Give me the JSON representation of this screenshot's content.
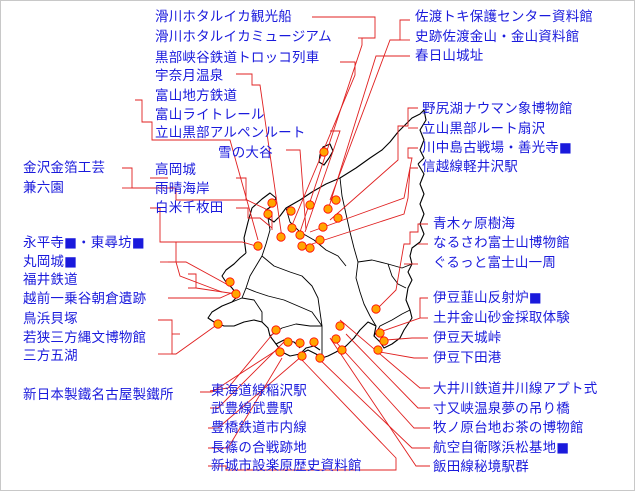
{
  "colors": {
    "text": "#1a1adc",
    "leader": "#e02020",
    "point_fill": "#ffa500",
    "point_stroke": "#ff0000",
    "coast": "#000000"
  },
  "labels": [
    {
      "name": "label-namerikawa-hotaruika-kanko",
      "text": "滑川ホタルイカ観光船"
    },
    {
      "name": "label-namerikawa-hotaruika-museum",
      "text": "滑川ホタルイカミュージアム"
    },
    {
      "name": "label-kurobe-torokko",
      "text": "黒部峡谷鉄道トロッコ列車"
    },
    {
      "name": "label-unazuki-onsen",
      "text": "宇奈月温泉"
    },
    {
      "name": "label-toyama-chiho-tetsudo",
      "text": "富山地方鉄道"
    },
    {
      "name": "label-toyama-light-rail",
      "text": "富山ライトレール"
    },
    {
      "name": "label-tateyama-kurobe-alpine",
      "text": "立山黒部アルペンルート"
    },
    {
      "name": "label-yuki-no-otani",
      "text": "雪の大谷"
    },
    {
      "name": "label-kanazawa-kinpaku",
      "text": "金沢金箔工芸"
    },
    {
      "name": "label-kenrokuen",
      "text": "兼六園"
    },
    {
      "name": "label-takaoka-jo",
      "text": "高岡城"
    },
    {
      "name": "label-amaharashi-kaigan",
      "text": "雨晴海岸"
    },
    {
      "name": "label-shiramine-senmaida",
      "text": "白米千枚田"
    },
    {
      "name": "label-eiheiji-tojinbo",
      "text": "永平寺■・東尋坊■"
    },
    {
      "name": "label-maruoka-jo",
      "text": "丸岡城■"
    },
    {
      "name": "label-fukui-tetsudo",
      "text": "福井鉄道"
    },
    {
      "name": "label-echizen-ichijodani",
      "text": "越前一乗谷朝倉遺跡"
    },
    {
      "name": "label-torihama-kaizuka",
      "text": "鳥浜貝塚"
    },
    {
      "name": "label-wakasa-mikata-jomon",
      "text": "若狭三方縄文博物館"
    },
    {
      "name": "label-mikata-goko",
      "text": "三方五湖"
    },
    {
      "name": "label-shin-nippon-seitetsu",
      "text": "新日本製鐵名古屋製鐵所"
    },
    {
      "name": "label-sado-toki",
      "text": "佐渡トキ保護センター資料館"
    },
    {
      "name": "label-shiseki-sado-kinzan",
      "text": "史跡佐渡金山・金山資料館"
    },
    {
      "name": "label-kasugayama-joshi",
      "text": "春日山城址"
    },
    {
      "name": "label-nojiriko-naumann",
      "text": "野尻湖ナウマン象博物館"
    },
    {
      "name": "label-tateyama-kurobe-ogisawa",
      "text": "立山黒部ルート扇沢"
    },
    {
      "name": "label-kawanakajima-zenkoji",
      "text": "川中島古戦場・善光寺■"
    },
    {
      "name": "label-shinetsusen-karuizawa",
      "text": "信越線軽井沢駅"
    },
    {
      "name": "label-aokigahara",
      "text": "青木ヶ原樹海"
    },
    {
      "name": "label-narusawa-fujisan",
      "text": "なるさわ富士山博物館"
    },
    {
      "name": "label-gurutto-fujisan",
      "text": "ぐるっと富士山一周"
    },
    {
      "name": "label-izu-nirayama",
      "text": "伊豆韮山反射炉■"
    },
    {
      "name": "label-toi-kinzan",
      "text": "土井金山砂金採取体験"
    },
    {
      "name": "label-izu-amagi",
      "text": "伊豆天城峠"
    },
    {
      "name": "label-izu-shimoda",
      "text": "伊豆下田港"
    },
    {
      "name": "label-tokaido-inazawa",
      "text": "東海道線稲沢駅"
    },
    {
      "name": "label-taketoyo-line",
      "text": "武豊線武豊駅"
    },
    {
      "name": "label-toyohashi-tetsudo",
      "text": "豊橋鉄道市内線"
    },
    {
      "name": "label-nagashino",
      "text": "長篠の合戦跡地"
    },
    {
      "name": "label-shinshiro-shidaragahara",
      "text": "新城市設楽原歴史資料館"
    },
    {
      "name": "label-oigawa-ikawa",
      "text": "大井川鉄道井川線アプト式"
    },
    {
      "name": "label-sumata-yume",
      "text": "寸又峡温泉夢の吊り橋"
    },
    {
      "name": "label-makinohara-ocha",
      "text": "牧ノ原台地お茶の博物館"
    },
    {
      "name": "label-jsdf-hamamatsu",
      "text": "航空自衛隊浜松基地■"
    },
    {
      "name": "label-iida-hikyo",
      "text": "飯田線秘境駅群"
    }
  ]
}
